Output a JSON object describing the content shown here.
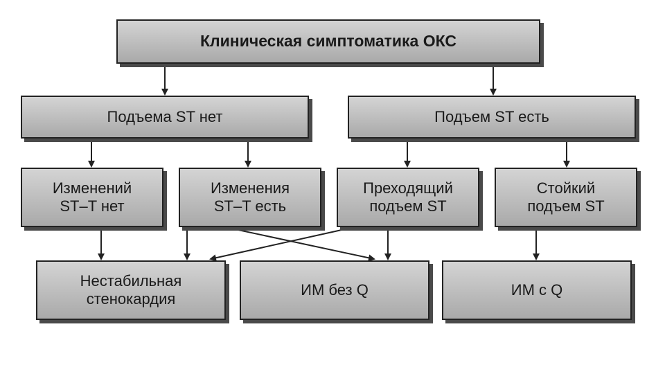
{
  "diagram": {
    "title": "Клиническая симптоматика ОКС",
    "no_st_elevation": "Подъема ST нет",
    "st_elevation": "Подъем ST есть",
    "no_st_t_changes": "Изменений\nST–T нет",
    "st_t_changes": "Изменения\nST–T есть",
    "transient_st": "Преходящий\nподъем ST",
    "persistent_st": "Стойкий\nподъем ST",
    "unstable_angina": "Нестабильная\nстенокардия",
    "mi_without_q": "ИМ без Q",
    "mi_with_q": "ИМ с Q"
  },
  "colors": {
    "box_fill": "#b9b9b9",
    "box_shadow": "#4a4a4a",
    "line": "#222222"
  }
}
